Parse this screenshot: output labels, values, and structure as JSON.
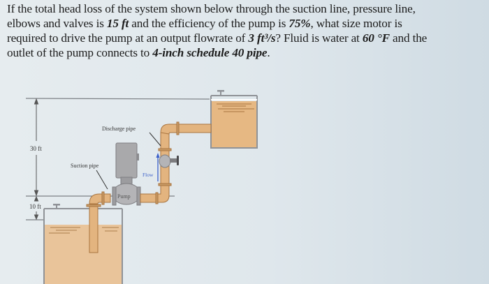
{
  "problem": {
    "line1": [
      "If the total head loss of the system shown below through the suction line, pressure line,"
    ],
    "line2": {
      "a": "elbows and valves is ",
      "b": "15 ft",
      "c": " and the efficiency of the pump is ",
      "d": "75%",
      "e": ", what size motor is"
    },
    "line3": {
      "a": "required to drive the pump at an output flowrate of ",
      "b": "3 ft³/s",
      "c": "? Fluid is water at ",
      "d": "60 °F",
      "e": " and the"
    },
    "line4": {
      "a": "outlet of the pump connects to ",
      "b": "4-inch schedule 40 pipe",
      "c": "."
    }
  },
  "figure": {
    "labels": {
      "height_upper": "30 ft",
      "height_lower": "10 ft",
      "discharge_pipe": "Discharge pipe",
      "suction_pipe": "Suction pipe",
      "flow": "Flow",
      "pump": "Pump"
    },
    "colors": {
      "pipe": "#e3b47f",
      "pipe_edge": "#a8743f",
      "water": "#e8bf8e",
      "tank_wall": "#8d8f93",
      "motor": "#a9a9ab",
      "flow_arrow": "#3b5fc9",
      "dim_line": "#6b6f73"
    }
  }
}
